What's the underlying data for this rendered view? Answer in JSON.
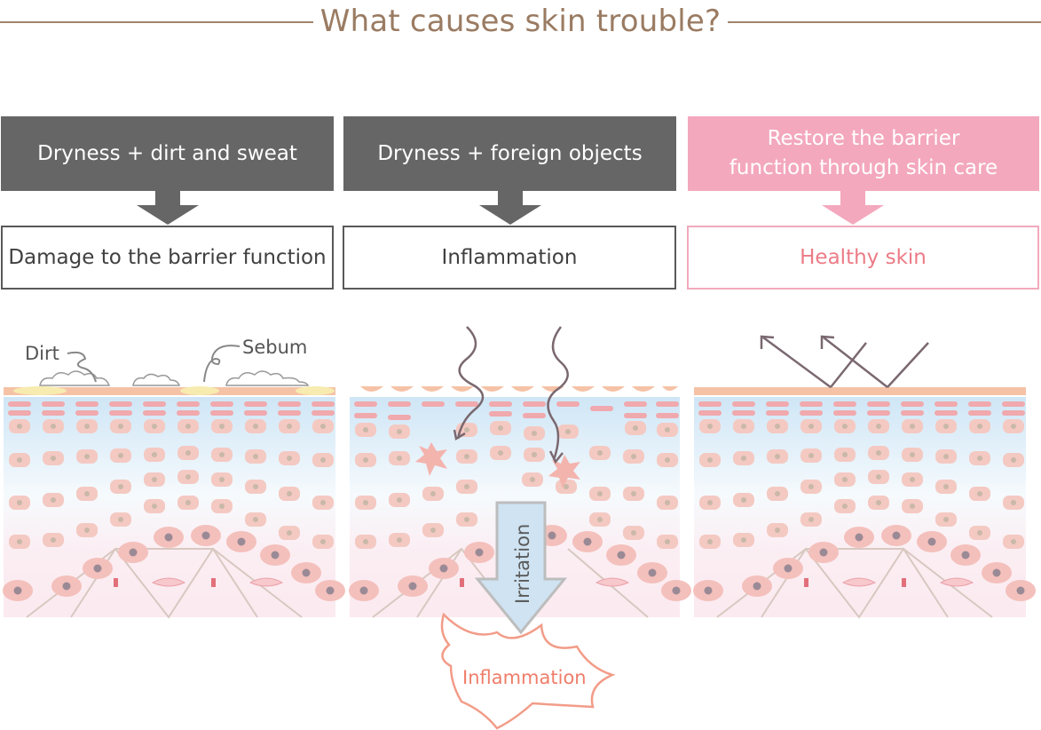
{
  "title": "What causes skin trouble?",
  "columns": [
    {
      "cause": "Dryness + dirt and sweat",
      "result": "Damage to the barrier function",
      "theme": "dark"
    },
    {
      "cause": "Dryness + foreign objects",
      "result": "Inflammation",
      "theme": "dark"
    },
    {
      "cause": "Restore the barrier function through skin care",
      "result": "Healthy skin",
      "theme": "pink"
    }
  ],
  "labels": {
    "dirt": "Dirt",
    "sebum": "Sebum",
    "irritation": "Irritation",
    "inflammation": "Inflammation"
  },
  "colors": {
    "title": "#9a7b62",
    "dark_box": "#666666",
    "pink_box": "#f3a8bd",
    "inflammation_text": "#ef7d6a",
    "skin_surface": "#f5c2a6",
    "cell": "#f4c9c2"
  }
}
